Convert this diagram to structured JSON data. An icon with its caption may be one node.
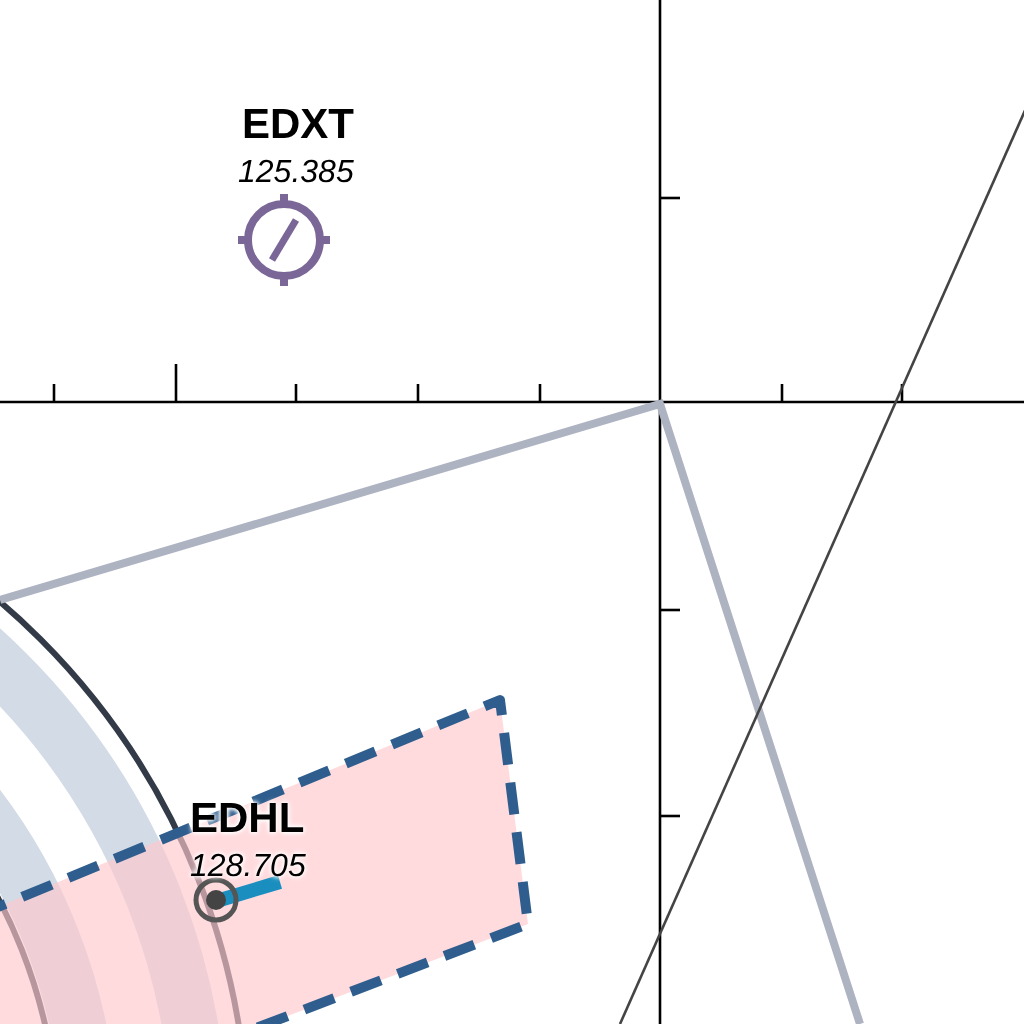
{
  "diagram": {
    "labels": [
      "EDXT",
      "125.385",
      "EDHL",
      "128.705"
    ]
  }
}
